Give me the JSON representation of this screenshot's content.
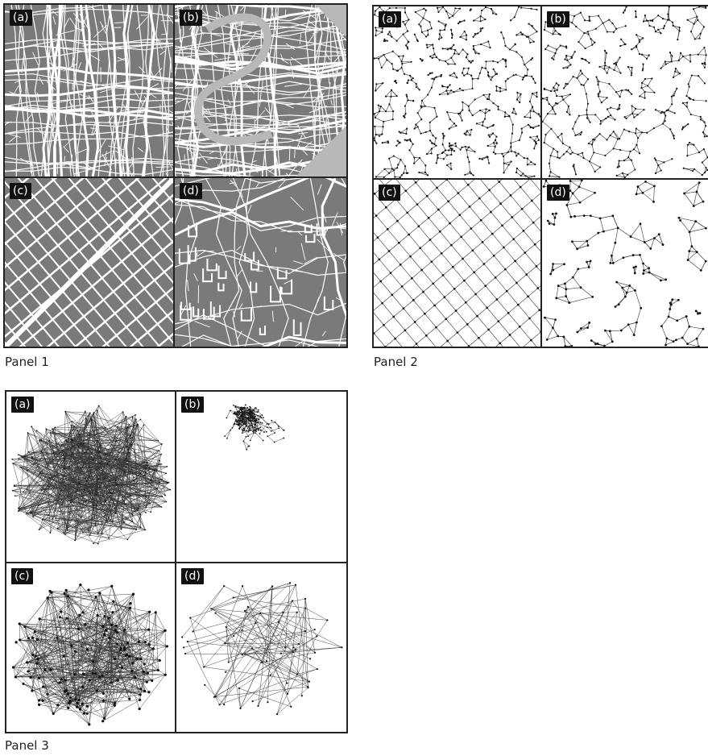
{
  "panels": [
    {
      "caption": "Panel 1",
      "labels": [
        "(a)",
        "(b)",
        "(c)",
        "(d)"
      ]
    },
    {
      "caption": "Panel 2",
      "labels": [
        "(a)",
        "(b)",
        "(c)",
        "(d)"
      ]
    },
    {
      "caption": "Panel 3",
      "labels": [
        "(a)",
        "(b)",
        "(c)",
        "(d)"
      ]
    }
  ],
  "colors": {
    "block_fill": "#7a7a7a",
    "street": "#ffffff",
    "water": "#b8b8b8",
    "edge": "#333333",
    "node": "#111111",
    "frame": "#222222"
  }
}
